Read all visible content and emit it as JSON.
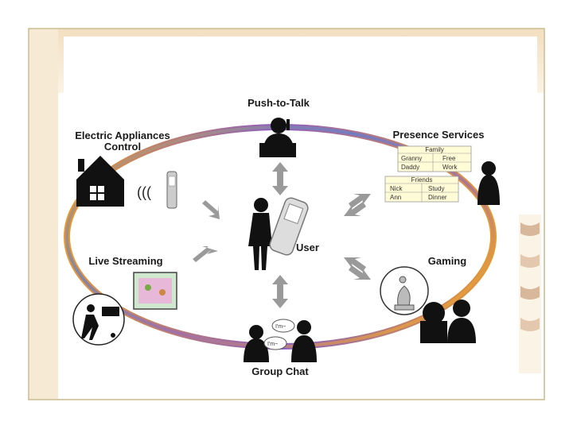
{
  "diagram": {
    "center_label": "User",
    "nodes": {
      "push_to_talk": "Push-to-Talk",
      "electric_appliances_line1": "Electric Appliances",
      "electric_appliances_line2": "Control",
      "presence_services": "Presence Services",
      "live_streaming": "Live Streaming",
      "gaming": "Gaming",
      "group_chat": "Group Chat"
    },
    "presence_table": {
      "family_header": "Family",
      "family_rows": [
        [
          "Granny",
          "Free"
        ],
        [
          "Daddy",
          "Work"
        ]
      ],
      "friends_header": "Friends",
      "friends_rows": [
        [
          "Nick",
          "Study"
        ],
        [
          "Ann",
          "Dinner"
        ]
      ]
    },
    "chat_bubbles": [
      "I'm~",
      "I'm~"
    ],
    "signal_glyph": "((("
  },
  "colors": {
    "frame_border": "#c8b88a",
    "band": "#f6ead5",
    "ring_blue": "#5b7fd6",
    "ring_orange": "#e8a23a",
    "ring_purple": "#9a6bb8",
    "arrow_gray": "#9a9a9a"
  }
}
